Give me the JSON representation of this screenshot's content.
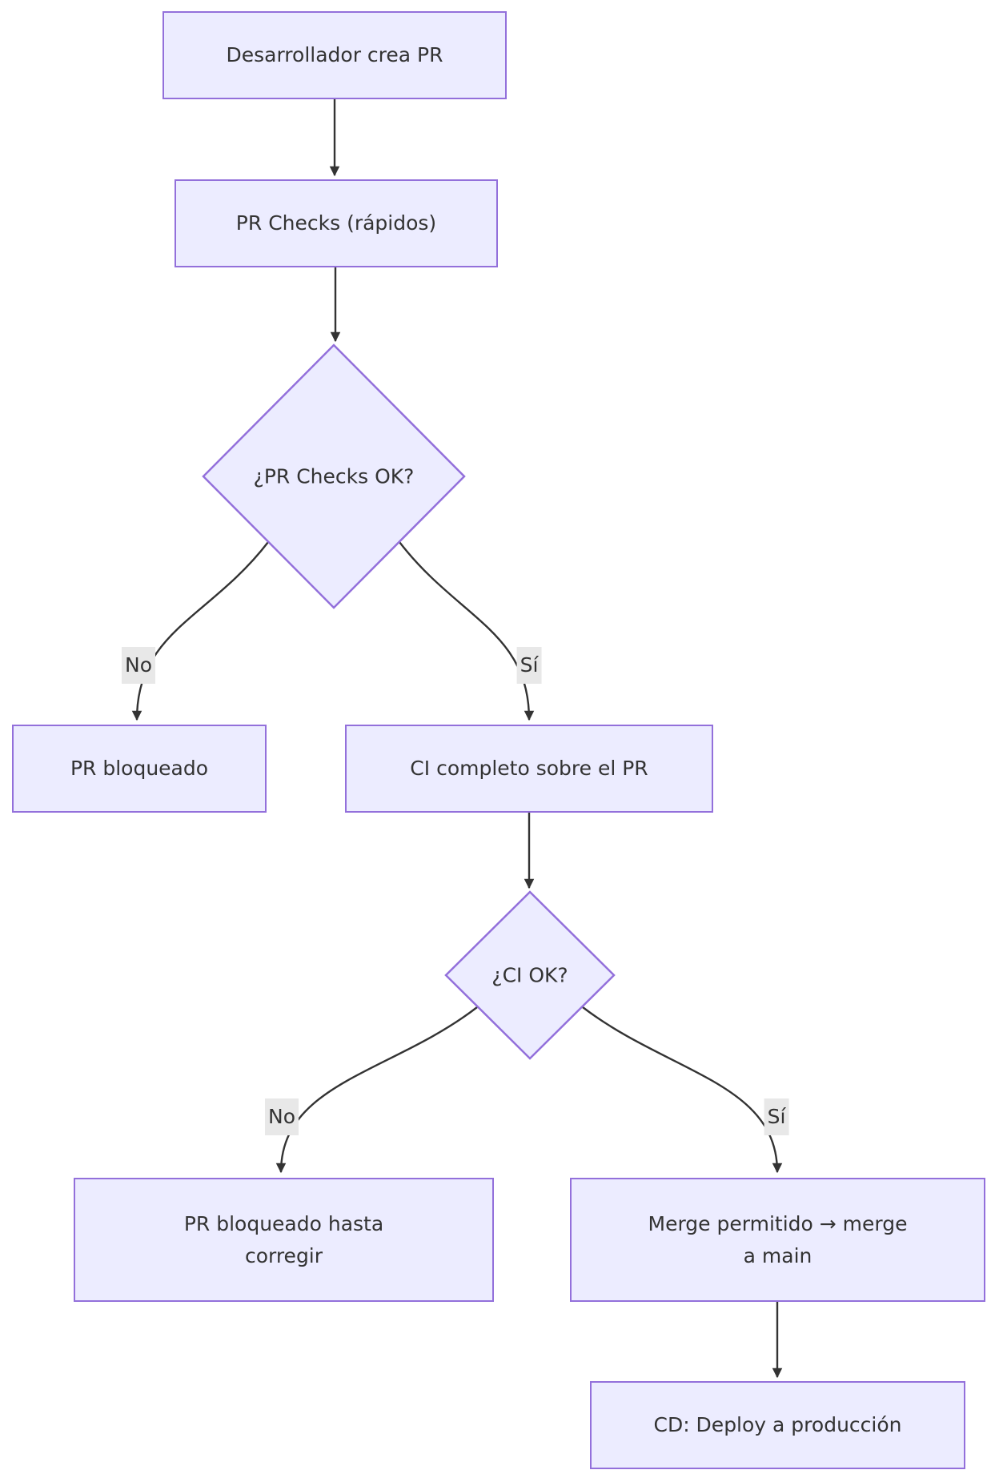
{
  "diagram": {
    "type": "flowchart",
    "direction": "top-down",
    "colors": {
      "node_fill": "#ECECFF",
      "node_border": "#9370DB",
      "edge_stroke": "#333333",
      "text": "#333333",
      "edge_label_bg": "#e8e8e8",
      "background": "#ffffff"
    },
    "nodes": [
      {
        "id": "A",
        "shape": "rect",
        "label": "Desarrollador crea PR"
      },
      {
        "id": "B",
        "shape": "rect",
        "label": "PR Checks (rápidos)"
      },
      {
        "id": "C",
        "shape": "diamond",
        "label": "¿PR Checks OK?"
      },
      {
        "id": "D",
        "shape": "rect",
        "label": "PR bloqueado"
      },
      {
        "id": "E",
        "shape": "rect",
        "label": "CI completo sobre el PR"
      },
      {
        "id": "F",
        "shape": "diamond",
        "label": "¿CI OK?"
      },
      {
        "id": "G",
        "shape": "rect",
        "label": "PR bloqueado hasta\ncorregir"
      },
      {
        "id": "H",
        "shape": "rect",
        "label": "Merge permitido → merge\na main"
      },
      {
        "id": "I",
        "shape": "rect",
        "label": "CD: Deploy a producción"
      }
    ],
    "edges": [
      {
        "from": "A",
        "to": "B",
        "label": ""
      },
      {
        "from": "B",
        "to": "C",
        "label": ""
      },
      {
        "from": "C",
        "to": "D",
        "label": "No"
      },
      {
        "from": "C",
        "to": "E",
        "label": "Sí"
      },
      {
        "from": "E",
        "to": "F",
        "label": ""
      },
      {
        "from": "F",
        "to": "G",
        "label": "No"
      },
      {
        "from": "F",
        "to": "H",
        "label": "Sí"
      },
      {
        "from": "H",
        "to": "I",
        "label": ""
      }
    ]
  }
}
